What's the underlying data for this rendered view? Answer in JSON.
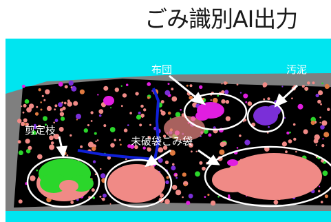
{
  "title": "ごみ識別AI出力",
  "labels": {
    "futon": "布団",
    "oshin": "汚泥",
    "sentei": "剪定枝",
    "mihabukuro": "未破袋ごみ袋"
  },
  "colors": {
    "background_water": "#00e5f0",
    "pit_wall": "#7f7f7f",
    "pit_floor": "#000000",
    "generic_waste": "#f08a86",
    "bedding": "#e01ee0",
    "sludge": "#7a2fd8",
    "pruned_branches": "#2bd62b",
    "blue_cable": "#1020d8",
    "annotation": "#ffffff"
  }
}
